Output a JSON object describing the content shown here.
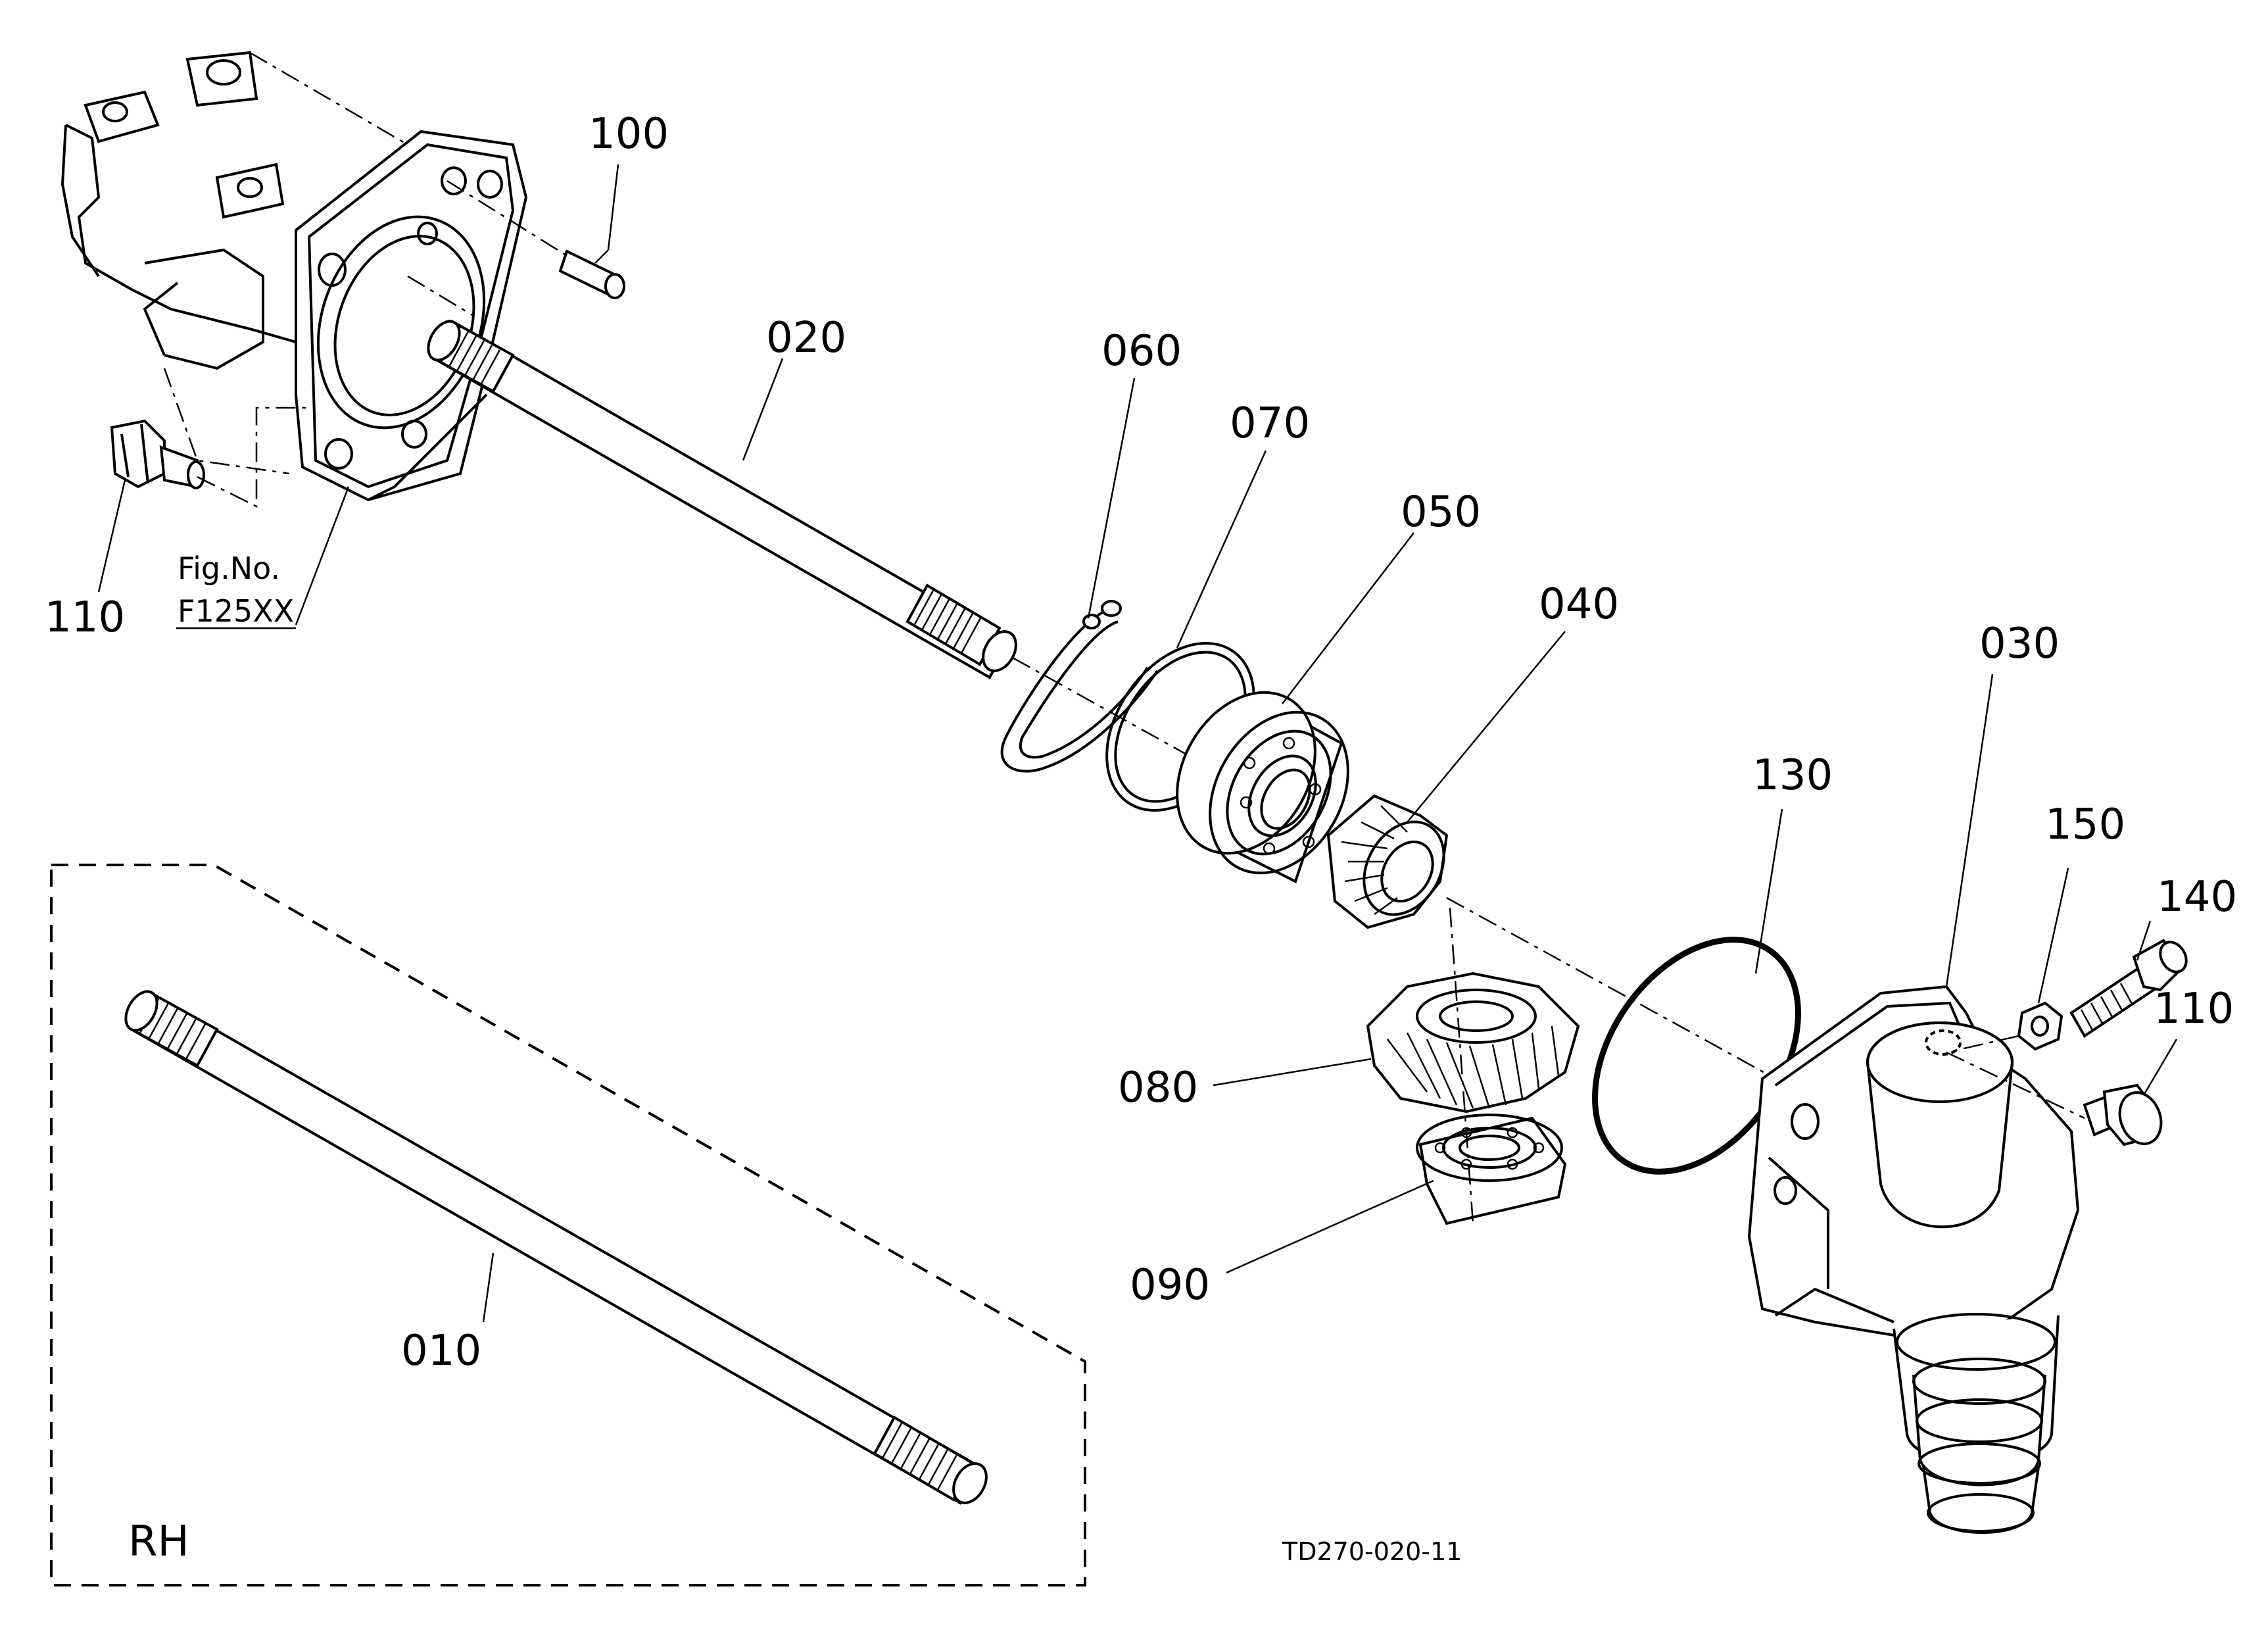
{
  "diagram": {
    "drawing_code": "TD270-020-11",
    "figure_reference": "Fig.No.",
    "figure_number": "F125XX",
    "inset_side": "RH"
  },
  "callouts": {
    "c100": "100",
    "c020": "020",
    "c060": "060",
    "c070": "070",
    "c050": "050",
    "c040": "040",
    "c030": "030",
    "c130": "130",
    "c150": "150",
    "c140": "140",
    "c110a": "110",
    "c110b": "110",
    "c080": "080",
    "c090": "090",
    "c010": "010"
  }
}
